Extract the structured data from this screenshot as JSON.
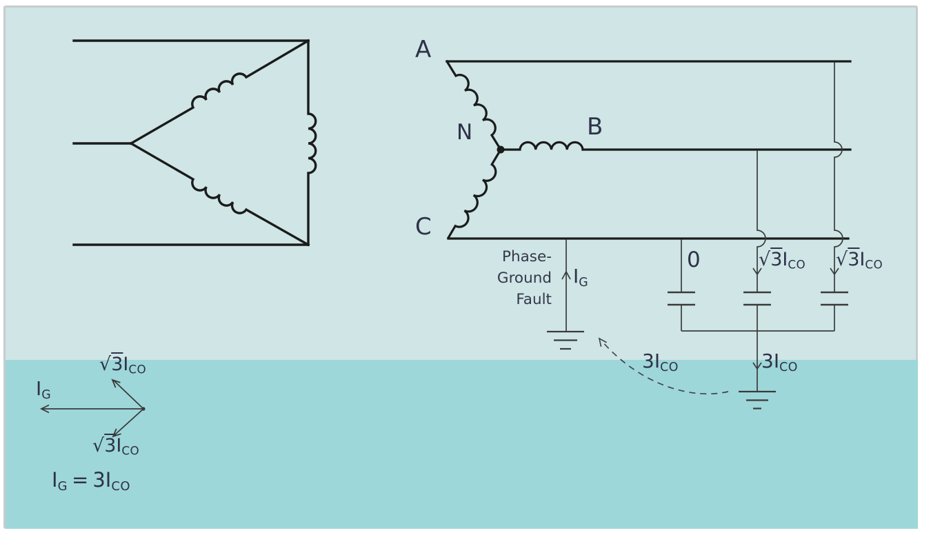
{
  "title": "Ungrounded system phase-to-ground fault diagram",
  "colors": {
    "background_light": "#cfe5e6",
    "background_teal": "#9ed7d9",
    "panel_border": "#c7cccc",
    "main_line": "#1b1b1b",
    "thin_line": "#3a3a3a",
    "text": "#2e3248"
  },
  "labels": {
    "phase_a": "A",
    "neutral": "N",
    "phase_b": "B",
    "phase_c": "C",
    "fault_line1": "Phase-",
    "fault_line2": "Ground",
    "fault_line3": "Fault",
    "zero_cap": "0"
  },
  "currents": {
    "fault": {
      "base": "I",
      "sub": "G"
    },
    "cap_b": {
      "rad": "√",
      "ovl": "3",
      "base": "I",
      "sub": "CO"
    },
    "cap_a": {
      "rad": "√",
      "ovl": "3",
      "base": "I",
      "sub": "CO"
    },
    "dashed_return": {
      "base": "3I",
      "sub": "CO"
    },
    "neutral_ground": {
      "base": "3I",
      "sub": "CO"
    }
  },
  "vector_diagram": {
    "ig": {
      "base": "I",
      "sub": "G"
    },
    "top": {
      "rad": "√",
      "ovl": "3",
      "base": "I",
      "sub": "CO"
    },
    "bottom": {
      "rad": "√",
      "ovl": "3",
      "base": "I",
      "sub": "CO"
    },
    "equation": {
      "lhs_base": "I",
      "lhs_sub": "G",
      "op": "=",
      "rhs_base": "3I",
      "rhs_sub": "CO"
    }
  }
}
